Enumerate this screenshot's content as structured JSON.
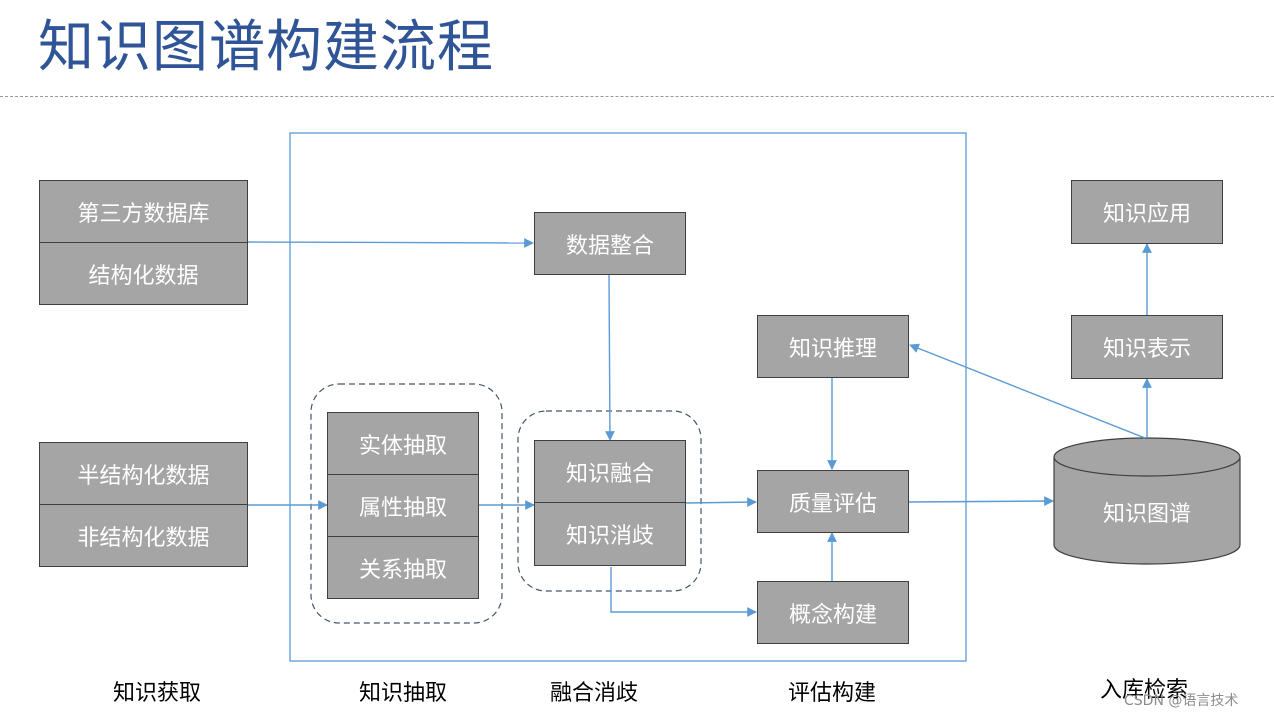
{
  "title": "知识图谱构建流程",
  "colors": {
    "title": "#2f5597",
    "box_fill": "#a5a5a5",
    "box_border": "#3f3f3f",
    "line": "#5b9bd5"
  },
  "boxes": {
    "third_party_db": "第三方数据库",
    "structured_data": "结构化数据",
    "semi_structured_data": "半结构化数据",
    "unstructured_data": "非结构化数据",
    "data_integration": "数据整合",
    "entity_extraction": "实体抽取",
    "attribute_extraction": "属性抽取",
    "relation_extraction": "关系抽取",
    "knowledge_fusion": "知识融合",
    "knowledge_disambiguation": "知识消歧",
    "knowledge_reasoning": "知识推理",
    "quality_assessment": "质量评估",
    "concept_construction": "概念构建",
    "knowledge_application": "知识应用",
    "knowledge_representation": "知识表示",
    "knowledge_graph": "知识图谱"
  },
  "stages": {
    "acquisition": "知识获取",
    "extraction": "知识抽取",
    "fusion": "融合消歧",
    "assessment": "评估构建",
    "storage": "入库检索"
  },
  "watermark": "CSDN @语言技术"
}
